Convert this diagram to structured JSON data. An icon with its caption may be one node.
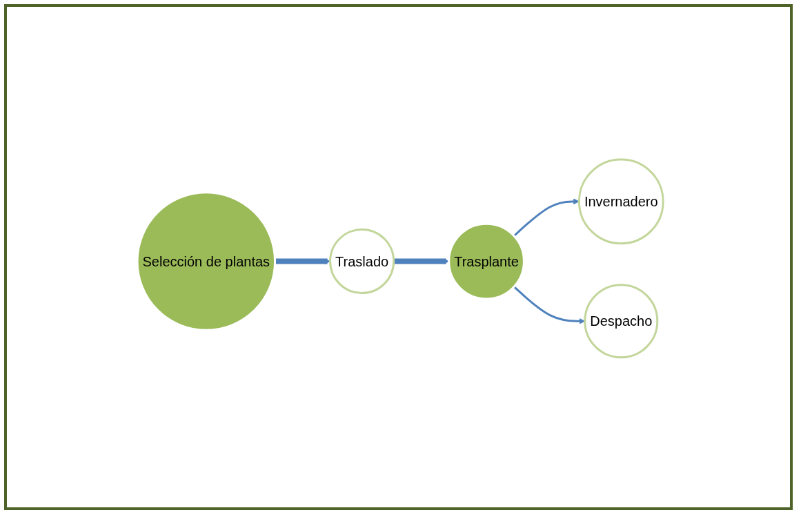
{
  "diagram": {
    "nodes": [
      {
        "text": [
          "Selección de plantas"
        ]
      },
      {
        "text": [
          "Traslado"
        ]
      },
      {
        "text": [
          "Trasplante"
        ]
      },
      {
        "text": [
          "Invernadero"
        ]
      },
      {
        "text": [
          "Despacho"
        ]
      }
    ],
    "edges": [
      {
        "from": 0,
        "to": 1,
        "arrow": "to",
        "style": "thick"
      },
      {
        "from": 1,
        "to": 2,
        "arrow": "to",
        "style": "thick"
      },
      {
        "from": 2,
        "to": 3,
        "arrow": "to"
      },
      {
        "from": 2,
        "to": 4,
        "arrow": "to"
      }
    ]
  }
}
